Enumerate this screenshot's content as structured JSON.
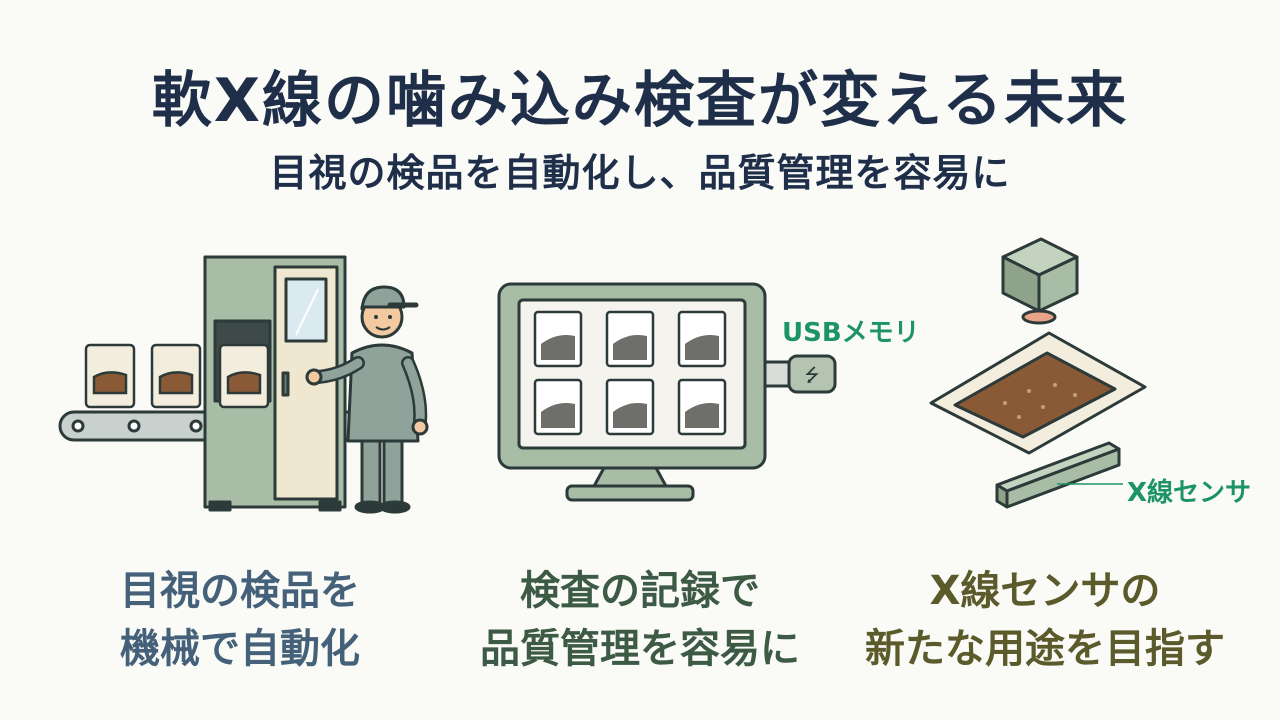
{
  "header": {
    "title": "軟X線の噛み込み検査が変える未来",
    "subtitle": "目視の検品を自動化し、品質管理を容易に"
  },
  "panels": [
    {
      "caption_line1": "目視の検品を",
      "caption_line2": "機械で自動化"
    },
    {
      "caption_line1": "検査の記録で",
      "caption_line2": "品質管理を容易に",
      "callout": "USBメモリ"
    },
    {
      "caption_line1": "X線センサの",
      "caption_line2": "新たな用途を目指す",
      "callout": "X線センサ"
    }
  ],
  "colors": {
    "title": "#1f2f4a",
    "callout": "#1d9466",
    "machine": "#a9bca6",
    "caption1": "#45617a",
    "caption2": "#3c5a44",
    "caption3": "#5b5a2a"
  }
}
